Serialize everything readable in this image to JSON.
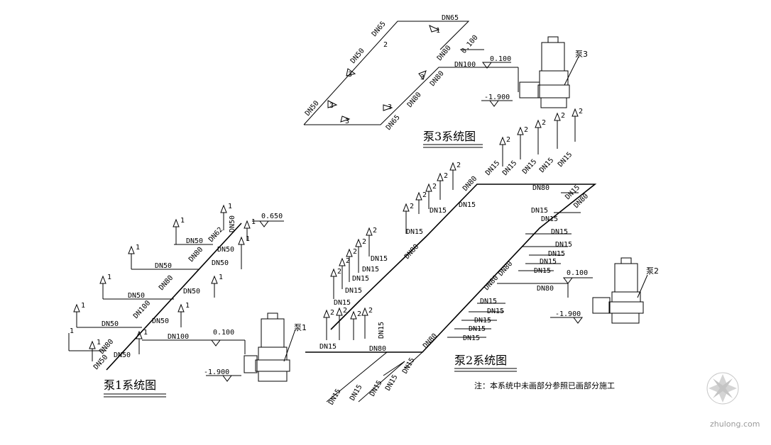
{
  "titles": {
    "pump1_system": "泵1系统图",
    "pump2_system": "泵2系统图",
    "pump3_system": "泵3系统图"
  },
  "note": "注：本系统中未画部分参照已画部分施工",
  "pumps": {
    "p1": "泵1",
    "p2": "泵2",
    "p3": "泵3"
  },
  "elevations": {
    "e0100": "0.100",
    "e1900": "-1.900",
    "e0650": "0.650"
  },
  "pipe_sizes": {
    "dn15": "DN15",
    "dn50": "DN50",
    "dn62": "DN62",
    "dn65": "DN65",
    "dn80": "DN80",
    "dn100": "DN100"
  },
  "sprinkler_marks": {
    "m1": "1",
    "m2": "2",
    "m3": "3"
  },
  "watermark": {
    "site": "zhulong.com",
    "color": "#b5b5b5"
  }
}
